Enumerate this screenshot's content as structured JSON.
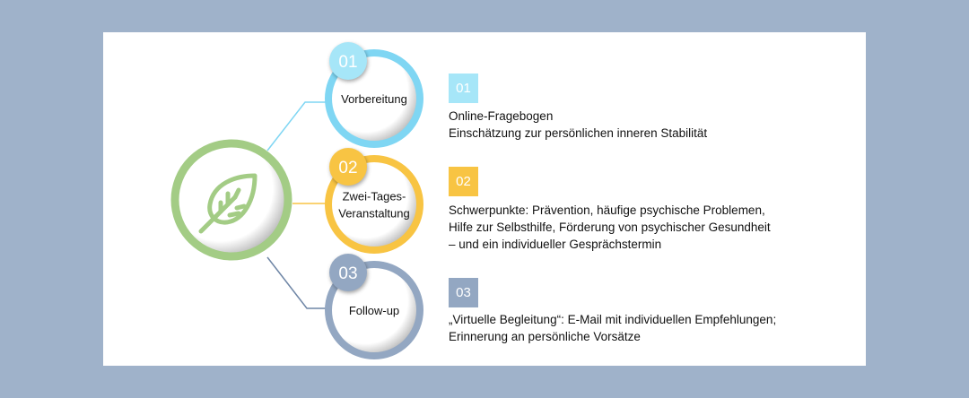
{
  "colors": {
    "background": "#9fb2ca",
    "center": "#a3cc85",
    "step1": "#7fd6f3",
    "step2": "#f8c443",
    "step3": "#93a7c2"
  },
  "center_icon": "leaf-icon",
  "steps": [
    {
      "number": "01",
      "title": "Vorbereitung",
      "title_lines": [
        "Vorbereitung"
      ],
      "description_lines": [
        "Online-Fragebogen",
        "Einschätzung zur persönlichen inneren Stabilität"
      ]
    },
    {
      "number": "02",
      "title": "Zwei-Tages-Veranstaltung",
      "title_lines": [
        "Zwei-Tages-",
        "Veranstaltung"
      ],
      "description_lines": [
        "Schwerpunkte: Prävention, häufige psychische Problemen,",
        "Hilfe zur Selbsthilfe, Förderung von psychischer Gesundheit",
        "– und ein individueller Gesprächstermin"
      ]
    },
    {
      "number": "03",
      "title": "Follow-up",
      "title_lines": [
        "Follow-up"
      ],
      "description_lines": [
        "„Virtuelle Begleitung“: E-Mail mit individuellen Empfehlungen;",
        "Erinnerung an persönliche Vorsätze"
      ]
    }
  ]
}
